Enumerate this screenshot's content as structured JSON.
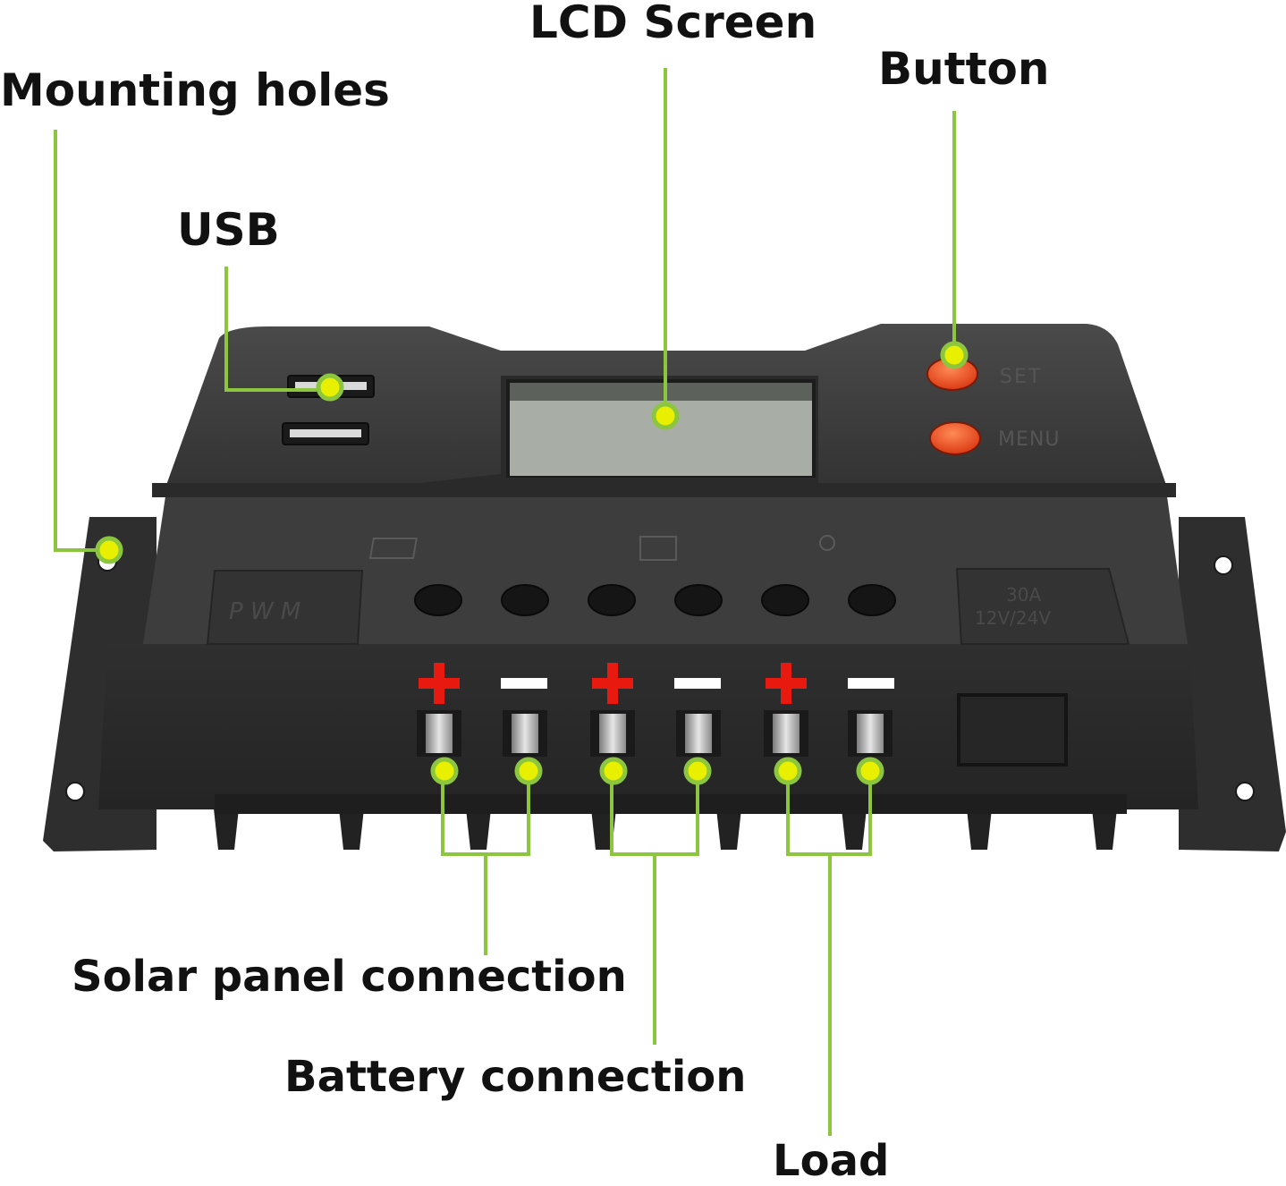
{
  "labels": {
    "mounting_holes": "Mounting holes",
    "lcd_screen": "LCD Screen",
    "button": "Button",
    "usb": "USB",
    "solar_panel_connection": "Solar panel connection",
    "battery_connection": "Battery connection",
    "load": "Load"
  },
  "device": {
    "set_label": "SET",
    "menu_label": "MENU",
    "pwm_label": "P W M",
    "rating_current": "30A",
    "rating_voltage": "12V/24V",
    "terminal_polarity": [
      "+",
      "−",
      "+",
      "−",
      "+",
      "−"
    ]
  },
  "colors": {
    "callout_line": "#8cc63f",
    "callout_dot": "#e8f000",
    "device_body": "#3a3a3a",
    "button_red": "#e8461e",
    "plus_sign": "#e8190e",
    "minus_sign": "#ffffff",
    "lcd": "#a8ada6"
  }
}
